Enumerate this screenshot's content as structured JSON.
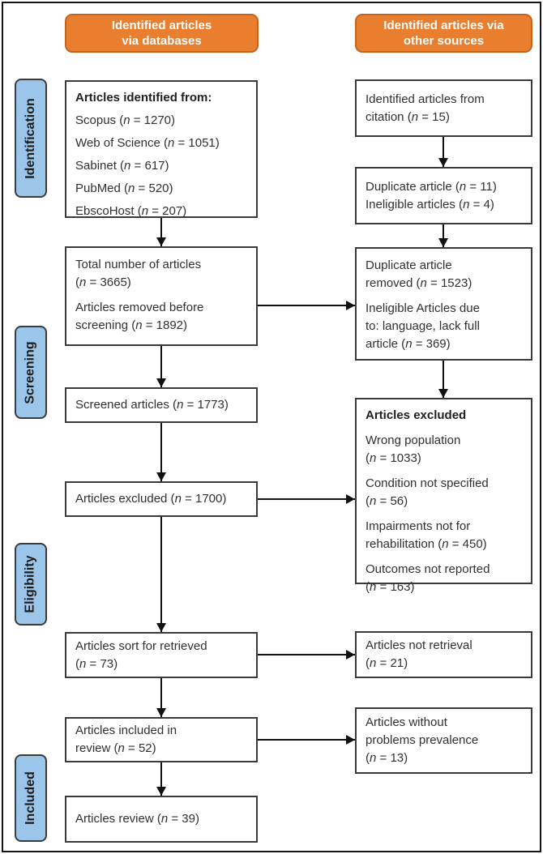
{
  "diagram_type": "PRISMA-style article selection flow diagram",
  "colors": {
    "header_fill": "#E87E2E",
    "header_border": "#C2641C",
    "stage_fill": "#9CC6E9",
    "stage_border": "#3B3B3B",
    "box_border": "#3A3A3A",
    "arrow": "#111111",
    "text": "#303030",
    "header_text": "#FFFFFF"
  },
  "headers": {
    "databases": {
      "l1": "Identified articles",
      "l2": "via databases"
    },
    "other": {
      "l1": "Identified articles via",
      "l2": "other sources"
    }
  },
  "stages": {
    "identification": "Identification",
    "screening": "Screening",
    "eligibility": "Eligibility",
    "included": "Included"
  },
  "left": {
    "identified_from": {
      "title": "Articles identified from:",
      "items": [
        "Scopus (n = 1270)",
        "Web of Science (n = 1051)",
        "Sabinet (n = 617)",
        "PubMed (n = 520)",
        "EbscoHost (n = 207)"
      ]
    },
    "total_removed": {
      "p1_l1": "Total number of articles",
      "p1_l2": "(n = 3665)",
      "p2_l1": "Articles removed before",
      "p2_l2": "screening (n = 1892)"
    },
    "screened": {
      "text": "Screened articles (n = 1773)"
    },
    "excluded": {
      "text": "Articles excluded (n = 1700)"
    },
    "sort_retrieved": {
      "l1": "Articles sort for retrieved",
      "l2": "(n = 73)"
    },
    "included_review": {
      "l1": "Articles included in",
      "l2": "review (n = 52)"
    },
    "review": {
      "text": "Articles review (n = 39)"
    }
  },
  "right": {
    "citation": {
      "l1": "Identified articles from",
      "l2": "citation (n = 15)"
    },
    "dup_inelig": {
      "l1": "Duplicate article (n = 11)",
      "l2": "Ineligible articles (n = 4)"
    },
    "removed": {
      "p1_l1": "Duplicate article",
      "p1_l2": "removed (n = 1523)",
      "p2_l1": "Ineligible Articles due",
      "p2_l2": "to: language, lack full",
      "p2_l3": "article (n = 369)"
    },
    "excluded_reasons": {
      "title": "Articles excluded",
      "r1_l1": "Wrong population",
      "r1_l2": "(n = 1033)",
      "r2_l1": "Condition not specified",
      "r2_l2": "(n = 56)",
      "r3_l1": "Impairments not for",
      "r3_l2": "rehabilitation (n = 450)",
      "r4_l1": "Outcomes not reported",
      "r4_l2": "(n = 163)"
    },
    "not_retrieval": {
      "l1": "Articles not retrieval",
      "l2": "(n = 21)"
    },
    "without_prevalence": {
      "l1": "Articles without",
      "l2": "problems prevalence",
      "l3": "(n = 13)"
    }
  }
}
